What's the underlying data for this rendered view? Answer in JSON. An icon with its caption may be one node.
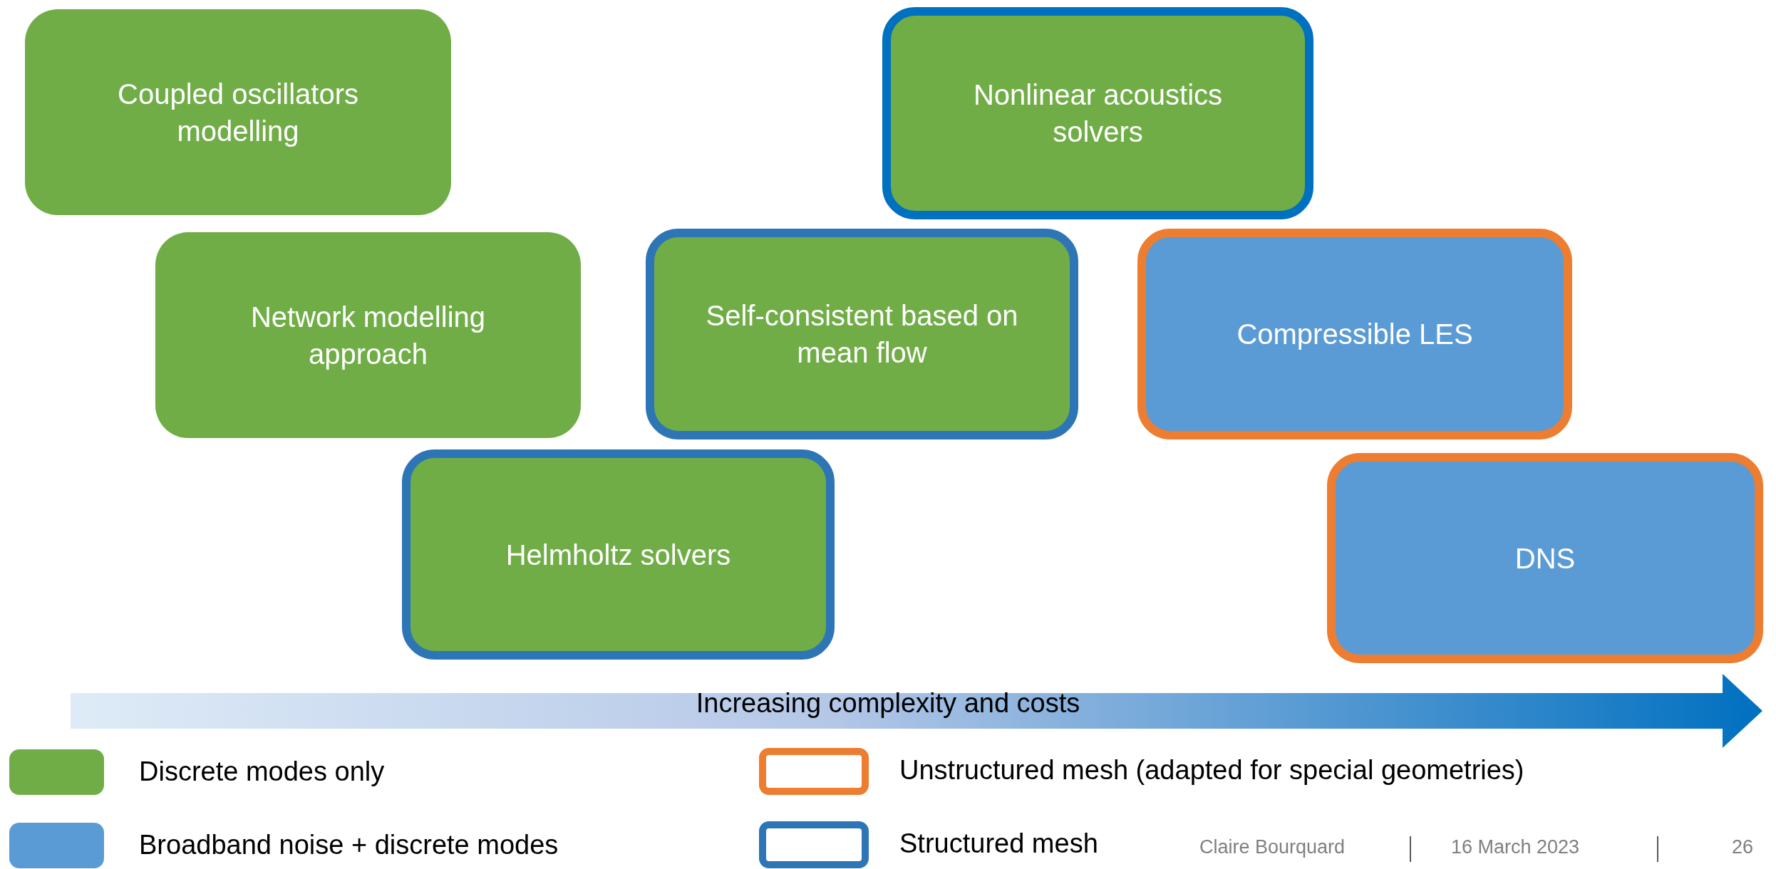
{
  "diagram": {
    "nodes": [
      {
        "text": [
          "Coupled oscillators modelling"
        ]
      },
      {
        "text": [
          "Nonlinear acoustics solvers"
        ]
      },
      {
        "text": [
          "Network modelling approach"
        ]
      },
      {
        "text": [
          "Self-consistent based on mean flow"
        ]
      },
      {
        "text": [
          "Compressible LES"
        ]
      },
      {
        "text": [
          "Helmholtz solvers"
        ]
      },
      {
        "text": [
          "DNS"
        ]
      }
    ],
    "labels": [
      "Increasing complexity and costs",
      "Claire Bourquard",
      "16 March 2023",
      "26"
    ],
    "legend": [
      {
        "text": "Discrete modes only",
        "color": "#70ad47"
      },
      {
        "text": "Broadband noise + discrete modes",
        "color": "#5b9bd5"
      },
      {
        "text": "Unstructured mesh (adapted for special geometries)"
      },
      {
        "text": "Structured mesh"
      }
    ]
  }
}
